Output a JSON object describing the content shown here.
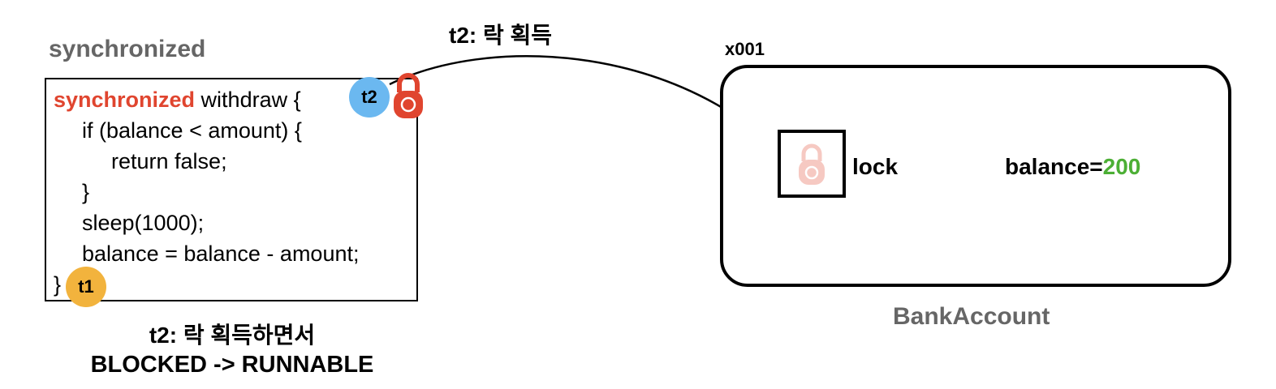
{
  "section_title": "synchronized",
  "code": {
    "keyword": "synchronized",
    "line1_rest": " withdraw {",
    "line2": "if (balance < amount) {",
    "line3": "return false;",
    "line4": "}",
    "line5": "sleep(1000);",
    "line6": "balance = balance - amount;",
    "line7": "}"
  },
  "threads": {
    "t2": {
      "label": "t2",
      "color": "#6bb8f0"
    },
    "t1": {
      "label": "t1",
      "color": "#f2b33d"
    }
  },
  "arrow_label": "t2: 락 획득",
  "object": {
    "ref": "x001",
    "lock_label": "lock",
    "balance_label": "balance=",
    "balance_value": "200",
    "class_name": "BankAccount"
  },
  "captions": {
    "line1": "t2: 락 획득하면서",
    "line2": "BLOCKED -> RUNNABLE"
  },
  "icons": {
    "held_lock": "lock-icon",
    "released_lock": "lock-icon-faded"
  },
  "colors": {
    "keyword": "#e0452f",
    "lock_held": "#e0452f",
    "lock_faded": "#f6c9c2",
    "balance_value": "#4caf35",
    "title_gray": "#666666"
  }
}
